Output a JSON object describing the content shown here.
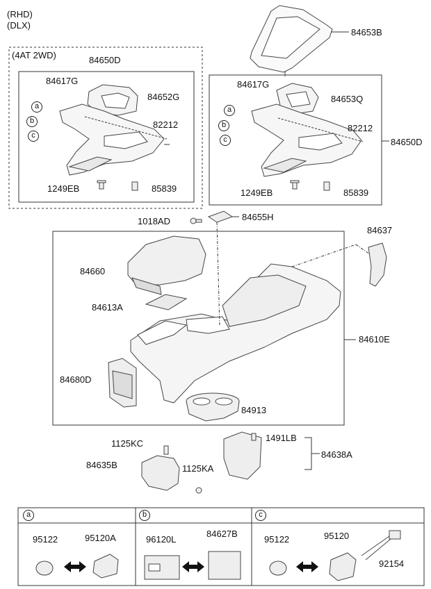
{
  "notes": {
    "line1": "(RHD)",
    "line2": "(DLX)",
    "variant_box": "(4AT 2WD)"
  },
  "parts": {
    "p84653B": "84653B",
    "p84650D_left": "84650D",
    "p84650D_right": "84650D",
    "p84617G_left": "84617G",
    "p84617G_right": "84617G",
    "p84652G": "84652G",
    "p84653Q": "84653Q",
    "p82212_left": "82212",
    "p82212_right": "82212",
    "p1249EB_left": "1249EB",
    "p1249EB_right": "1249EB",
    "p85839_left": "85839",
    "p85839_right": "85839",
    "p1018AD": "1018AD",
    "p84655H": "84655H",
    "p84637": "84637",
    "p84660": "84660",
    "p84613A": "84613A",
    "p84610E": "84610E",
    "p84680D": "84680D",
    "p84913": "84913",
    "p1125KC": "1125KC",
    "p1491LB": "1491LB",
    "p84635B": "84635B",
    "p84638A": "84638A",
    "p1125KA": "1125KA"
  },
  "callouts": {
    "a": "a",
    "b": "b",
    "c": "c"
  },
  "table": {
    "headers": [
      "a",
      "b",
      "c"
    ],
    "cells": [
      {
        "left": "95122",
        "right": "95120A"
      },
      {
        "left": "96120L",
        "right": "84627B"
      },
      {
        "left": "95122",
        "mid": "95120",
        "right": "92154"
      }
    ]
  }
}
